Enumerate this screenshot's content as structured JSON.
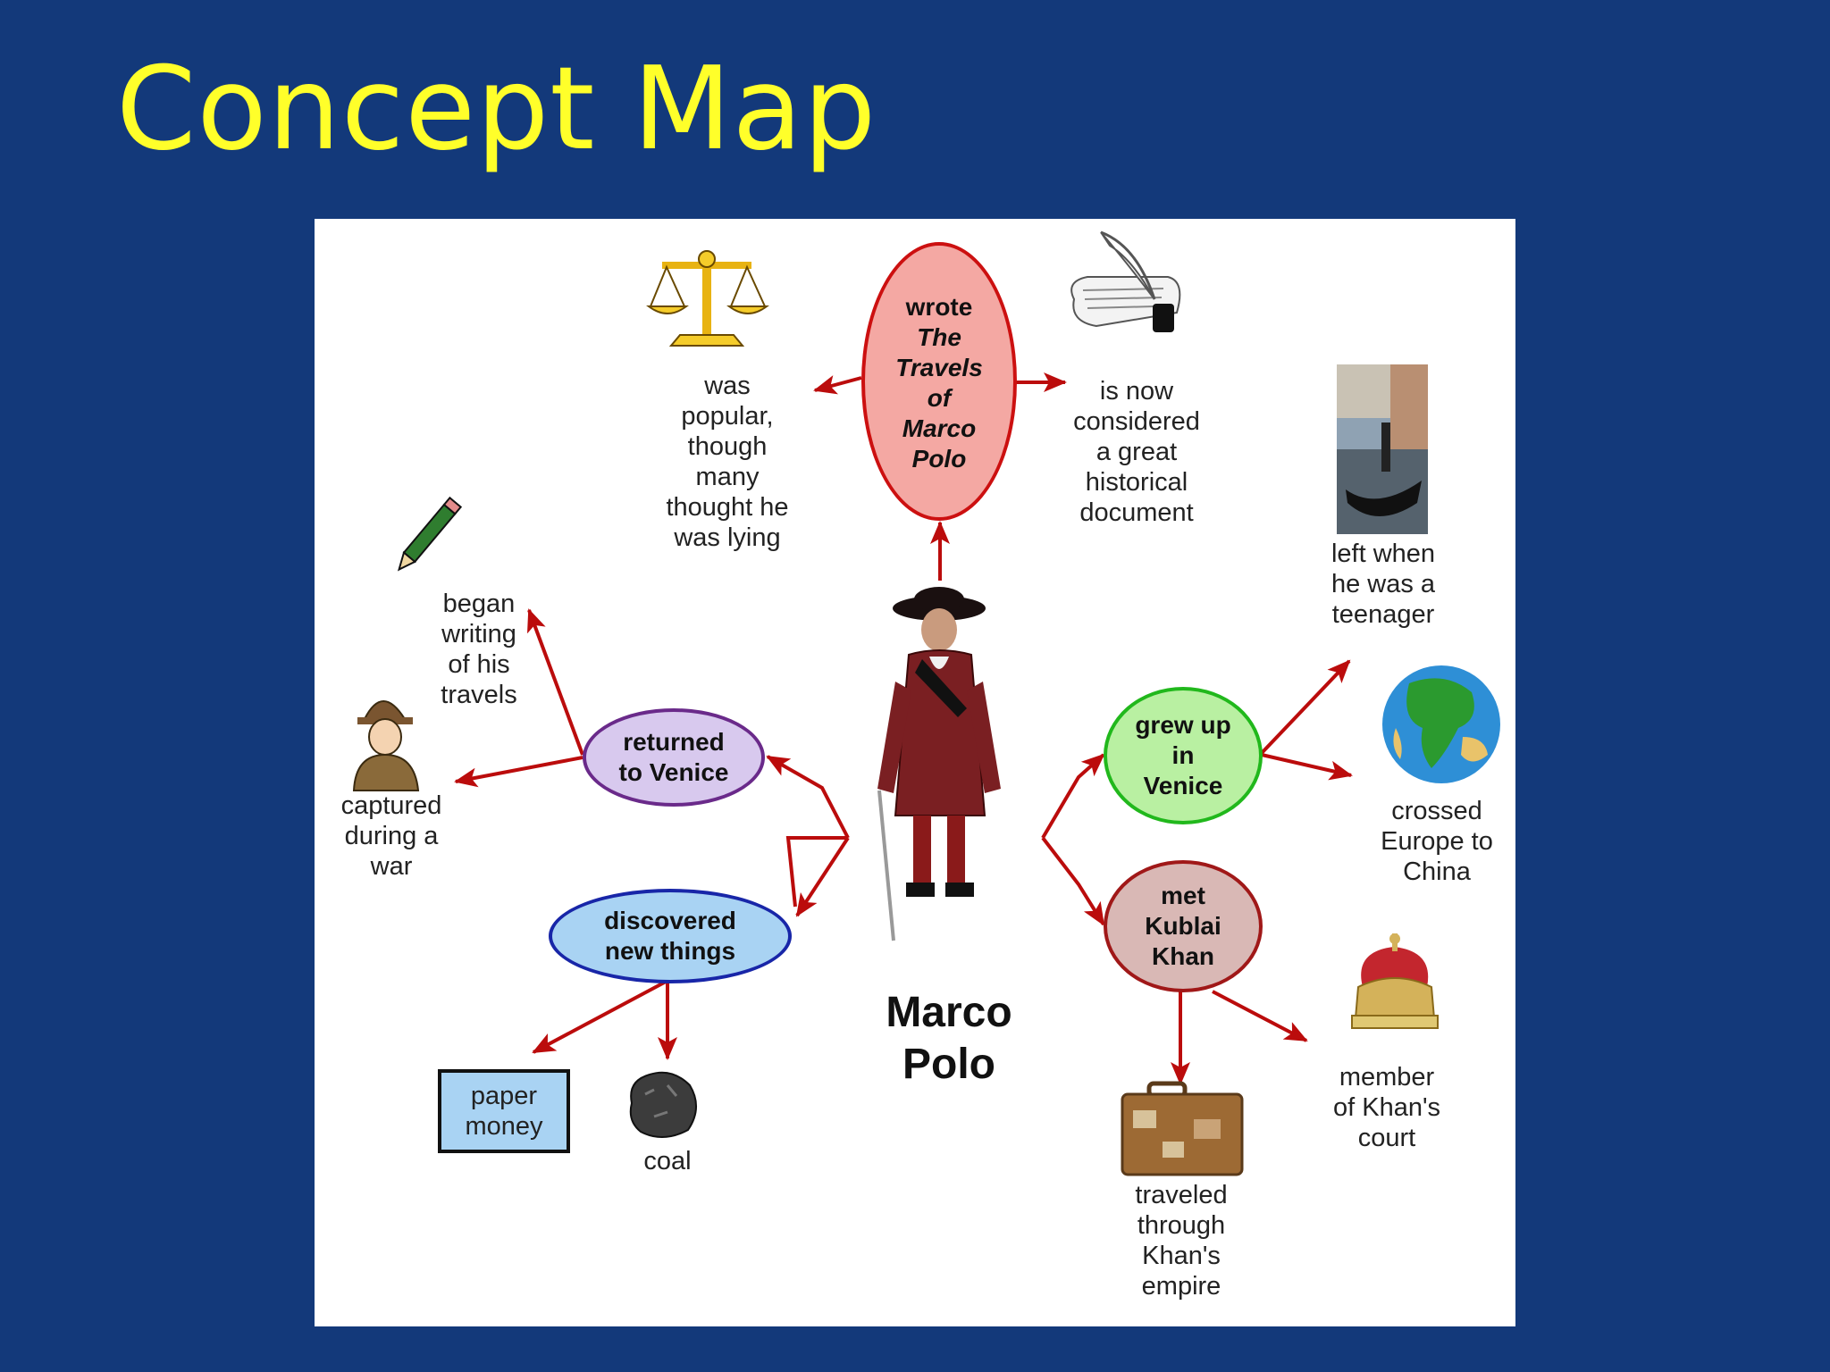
{
  "slide": {
    "title": "Concept Map"
  },
  "concept_map": {
    "central": {
      "line1": "Marco",
      "line2": "Polo"
    },
    "nodes": {
      "wrote": {
        "line1": "wrote",
        "line2": "The",
        "line3": "Travels",
        "line4": "of",
        "line5": "Marco",
        "line6": "Polo",
        "color": "#f4a8a3",
        "border": "#cc1010"
      },
      "grew_up": {
        "text": "grew up\nin\nVenice",
        "color": "#b9f0a2",
        "border": "#21b81c"
      },
      "met_khan": {
        "text": "met\nKublai\nKhan",
        "color": "#d9b8b5",
        "border": "#a01818"
      },
      "returned": {
        "text": "returned\nto Venice",
        "color": "#d8c9ee",
        "border": "#6a2a8a"
      },
      "discovered": {
        "text": "discovered\nnew things",
        "color": "#a9d3f3",
        "border": "#1826a8"
      }
    },
    "labels": {
      "popular": "was\npopular,\nthough\nmany\nthought he\nwas lying",
      "document": "is now\nconsidered\na great\nhistorical\ndocument",
      "teenager": "left when\nhe was a\nteenager",
      "crossed": "crossed\nEurope to\nChina",
      "member": "member\nof Khan's\ncourt",
      "traveled": "traveled\nthrough\nKhan's\nempire",
      "began_writing": "began\nwriting\nof his\ntravels",
      "captured": "captured\nduring a\nwar",
      "coal": "coal",
      "paper_money": "paper\nmoney"
    },
    "icons": {
      "scales": "scales-of-justice-icon",
      "scroll": "scroll-and-quill-icon",
      "gondola": "venice-gondola-photo",
      "globe": "globe-icon",
      "crown": "crown-icon",
      "suitcase": "suitcase-icon",
      "pencil": "pencil-icon",
      "prisoner": "captured-explorer-icon",
      "coal": "coal-lump-icon",
      "figure": "marco-polo-figure"
    },
    "arrow_color": "#bb0c0c"
  }
}
